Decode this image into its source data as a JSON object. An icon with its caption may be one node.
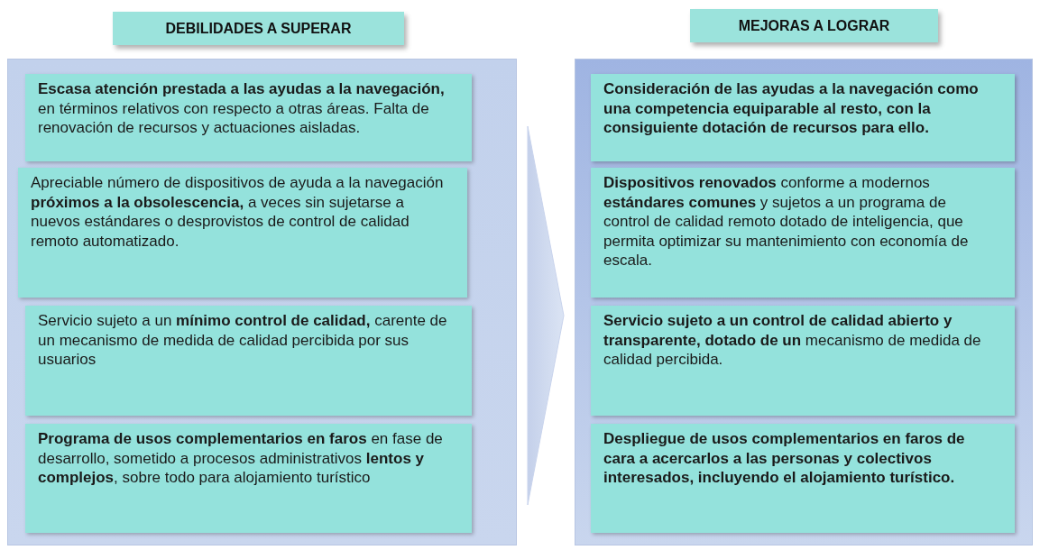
{
  "diagram": {
    "nodes": [
      {
        "text": [
          "DEBILIDADES A SUPERAR"
        ]
      },
      {
        "text": [
          "MEJORAS A LOGRAR"
        ]
      },
      {
        "text": [],
        "shape": "box"
      },
      {
        "text": [
          "**Escasa atención prestada a las ayudas a la navegación,** en términos relativos con respecto a otras áreas. Falta de renovación de recursos y actuaciones aisladas."
        ],
        "in": 2
      },
      {
        "text": [
          "Apreciable número de dispositivos de ayuda a la navegación **próximos a la obsolescencia,** a veces sin sujetarse a nuevos estándares o desprovistos de control de calidad remoto automatizado."
        ],
        "in": 2
      },
      {
        "text": [
          "Servicio sujeto a un **mínimo control de calidad,** carente de un mecanismo de medida de calidad percibida por sus usuarios"
        ],
        "in": 2
      },
      {
        "text": [
          "**Programa de usos complementarios en faros** en fase de desarrollo, sometido a procesos administrativos **lentos y complejos**, sobre todo para alojamiento turístico"
        ],
        "in": 2
      },
      {
        "text": [],
        "shape": "box"
      },
      {
        "text": [
          "Consideración de las ayudas a la navegación como una competencia equiparable al resto, con la consiguiente dotación de recursos para ello."
        ],
        "in": 7
      },
      {
        "text": [
          "**Dispositivos renovados** conforme a modernos **estándares comunes** y sujetos a un programa de control de calidad remoto dotado de inteligencia, que permita optimizar su mantenimiento con economía de escala."
        ],
        "in": 7
      },
      {
        "text": [
          "**Servicio sujeto a un control de calidad abierto y transparente, dotado de un** mecanismo de medida de calidad percibida."
        ],
        "in": 7
      },
      {
        "text": [
          "Despliegue de usos complementarios en faros de cara a acercarlos a las personas y colectivos interesados, incluyendo el alojamiento turístico."
        ],
        "in": 7
      }
    ],
    "edges": [
      {
        "from": 2,
        "to": 7,
        "arrow": "to"
      }
    ]
  }
}
